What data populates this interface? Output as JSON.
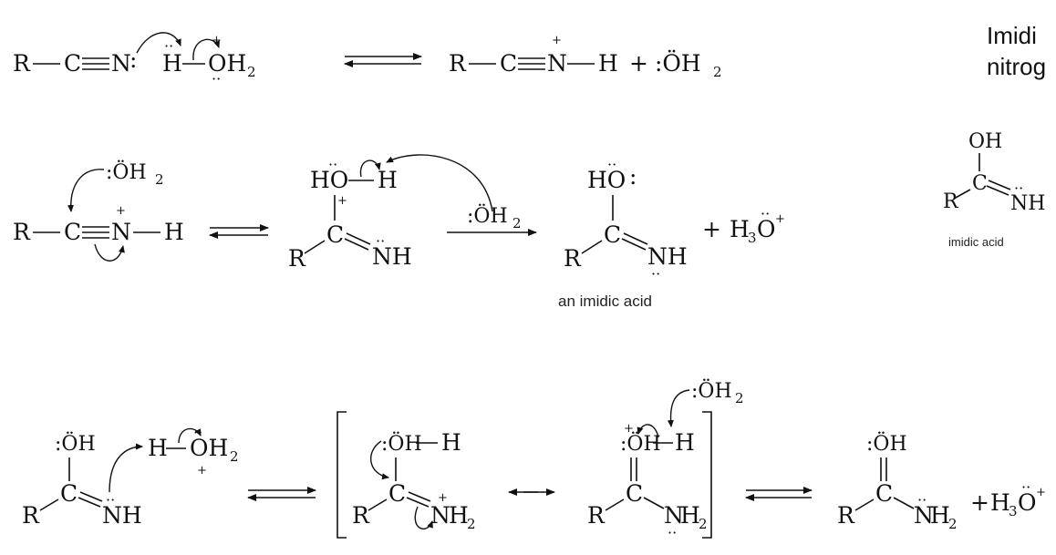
{
  "title_lines": [
    "Imidi",
    "nitrog"
  ],
  "captions": {
    "imidic_acid_product": "an imidic acid",
    "imidic_acid_side": "imidic acid"
  },
  "symbols": {
    "R": "R",
    "C": "C",
    "N": "N",
    "H": "H",
    "O": "O",
    "OH": "OH",
    "HO": "HO",
    "NH": "NH",
    "OH2": "OH",
    "H3O": "H",
    "plus": "+",
    "sub2": "2",
    "sub3": "3",
    "charge_plus": "+",
    "lone_pair_top": "··",
    "lone_pair_colon": ":",
    "reagent_oh2": ":ÖH"
  }
}
